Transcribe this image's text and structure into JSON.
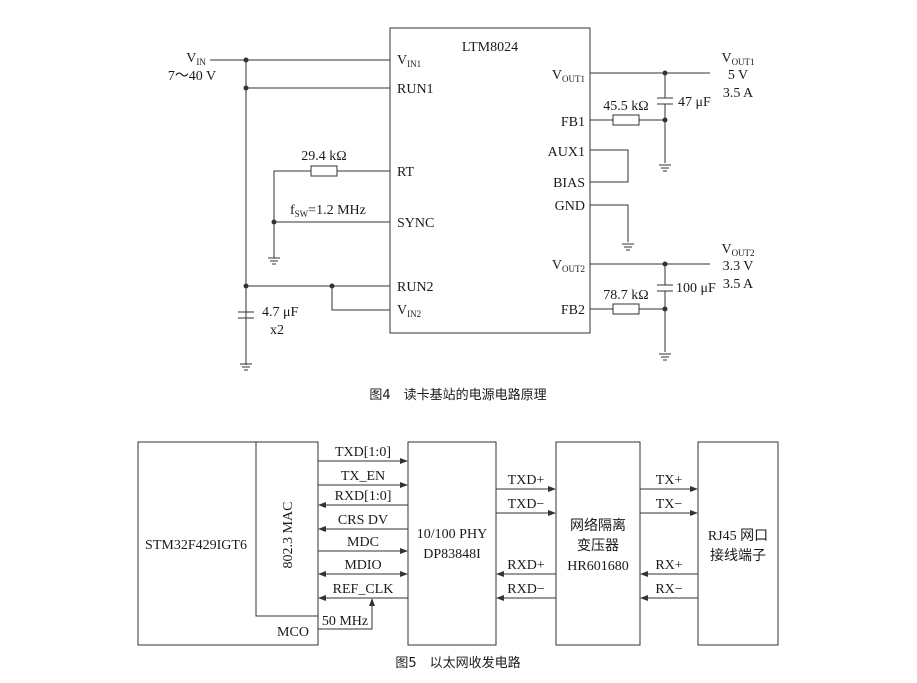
{
  "fig4": {
    "caption": "图4　读卡基站的电源电路原理",
    "chip": "LTM8024",
    "vin_main": "V",
    "vin_sub": "IN",
    "vin_range": "7～40 V",
    "pins_left": {
      "vin1_main": "V",
      "vin1_sub": "IN1",
      "run1": "RUN1",
      "rt": "RT",
      "sync": "SYNC",
      "run2": "RUN2",
      "vin2_main": "V",
      "vin2_sub": "IN2"
    },
    "pins_right": {
      "vout1_main": "V",
      "vout1_sub": "OUT1",
      "fb1": "FB1",
      "aux1": "AUX1",
      "bias": "BIAS",
      "gnd": "GND",
      "vout2_main": "V",
      "vout2_sub": "OUT2",
      "fb2": "FB2"
    },
    "r_rt": "29.4 kΩ",
    "fsw_main": "f",
    "fsw_sub": "SW",
    "fsw_val": "=1.2 MHz",
    "cin_val": "4.7 μF",
    "cin_qty": "x2",
    "r_fb1": "45.5 kΩ",
    "c_out1": "47 μF",
    "out1_main": "V",
    "out1_sub": "OUT1",
    "out1_v": "5 V",
    "out1_i": "3.5 A",
    "r_fb2": "78.7 kΩ",
    "c_out2": "100 μF",
    "out2_main": "V",
    "out2_sub": "OUT2",
    "out2_v": "3.3 V",
    "out2_i": "3.5 A"
  },
  "fig5": {
    "caption": "图5　以太网收发电路",
    "mcu": "STM32F429IGT6",
    "mac": "802.3 MAC",
    "mco": "MCO",
    "clk": "50 MHz",
    "phy_line1": "10/100 PHY",
    "phy_line2": "DP83848I",
    "xfmr_line1": "网络隔离",
    "xfmr_line2": "变压器",
    "xfmr_line3": "HR601680",
    "rj45_line1": "RJ45 网口",
    "rj45_line2": "接线端子",
    "mii_signals": [
      "TXD[1:0]",
      "TX_EN",
      "RXD[1:0]",
      "CRS DV",
      "MDC",
      "MDIO",
      "REF_CLK"
    ],
    "phy_xfmr_signals": [
      "TXD+",
      "TXD−",
      "RXD+",
      "RXD−"
    ],
    "xfmr_rj45_signals": [
      "TX+",
      "TX−",
      "RX+",
      "RX−"
    ]
  }
}
